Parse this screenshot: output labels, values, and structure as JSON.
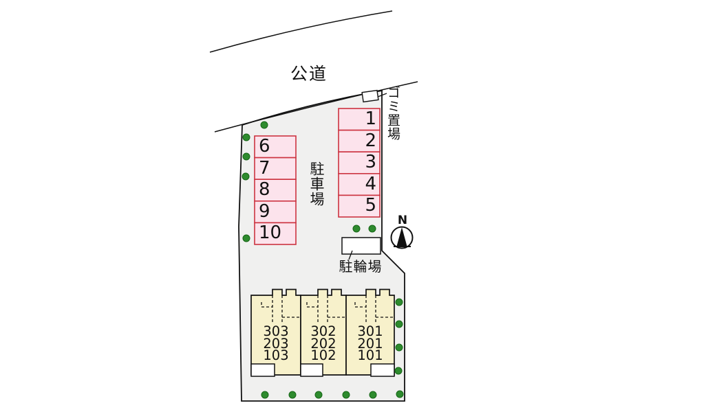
{
  "plan": {
    "road_label": "公道",
    "garbage_label": "ゴミ置場",
    "parking_label": "駐車場",
    "bicycle_label": "駐輪場",
    "compass_north_label": "N"
  },
  "parking": {
    "right_column_spaces": [
      "1",
      "2",
      "3",
      "4",
      "5"
    ],
    "left_column_spaces": [
      "6",
      "7",
      "8",
      "9",
      "10"
    ]
  },
  "building": {
    "units": [
      {
        "rooms": [
          "303",
          "203",
          "103"
        ]
      },
      {
        "rooms": [
          "302",
          "202",
          "102"
        ]
      },
      {
        "rooms": [
          "301",
          "201",
          "101"
        ]
      }
    ]
  },
  "colors": {
    "site_fill": "#f0f0ef",
    "parking_stall_fill": "#fce3ec",
    "parking_stall_border": "#cc3340",
    "building_fill": "#f7f1cb",
    "tree_green": "#2e8b2e",
    "tree_green_dark": "#156515",
    "line": "#111111"
  }
}
